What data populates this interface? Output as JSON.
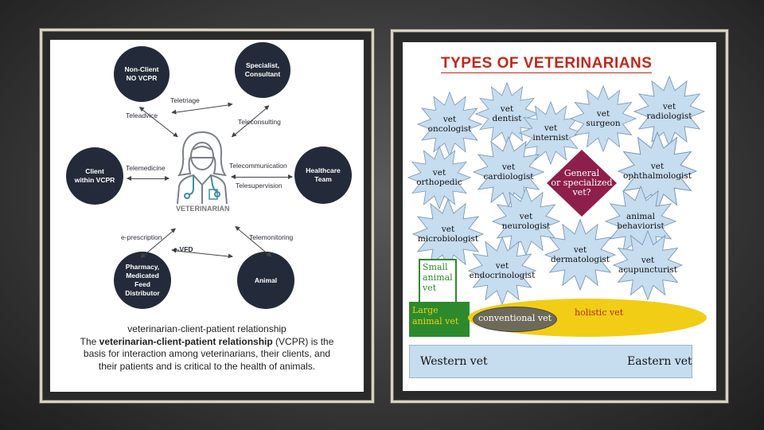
{
  "left": {
    "nodes": {
      "non_client": "Non-Client\nNO VCPR",
      "specialist": "Specialist,\nConsultant",
      "client_within": "Client\nwithin VCPR",
      "healthcare": "Healthcare\nTeam",
      "pharmacy": "Pharmacy,\nMedicated\nFeed\nDistributor",
      "animal": "Animal"
    },
    "labels": {
      "teletriage": "Teletriage",
      "teleadvice": "Teleadvice",
      "teleconsulting": "Teleconsulting",
      "telemedicine": "Telemedicine",
      "telecommunication": "Telecommunication",
      "telesupervision": "Telesupervision",
      "eprescription": "e-prescription",
      "evfd": "e-VFD",
      "telemonitoring": "Telemonitoring"
    },
    "center_label": "VETERINARIAN",
    "caption": {
      "line1": "veterinarian-client-patient relationship",
      "line2_pre": "The ",
      "line2_bold": "veterinarian-client-patient relationship",
      "line2_post": " (VCPR) is the",
      "line3": "basis for interaction among veterinarians, their clients, and",
      "line4": "their patients and is critical to the health of animals."
    }
  },
  "right": {
    "title": "TYPES OF VETERINARIANS",
    "stars": [
      "vet\noncologist",
      "vet\ndentist",
      "vet\ninternist",
      "vet\nsurgeon",
      "vet\nradiologist",
      "vet\northopedic",
      "vet\ncardiologist",
      "vet\nophthalmologist",
      "vet\nmicrobiologist",
      "vet\nneurologist",
      "animal\nbehaviorist",
      "vet\ndermatologist",
      "vet\nendocrinologist",
      "vet\nacupuncturist"
    ],
    "diamond": "General\nor specialized\nvet?",
    "small_animal": "Small\nanimal\nvet",
    "large_animal": "Large\nanimal vet",
    "conventional": "conventional vet",
    "holistic": "holistic vet",
    "western": "Western vet",
    "eastern": "Eastern vet"
  },
  "colors": {
    "star_fill": "#c6dcef",
    "star_stroke": "#7a98b8",
    "diamond": "#8e1f4a",
    "green": "#2c8a2c",
    "yellow": "#f2cd16",
    "title_red": "#c0281c",
    "node_dark": "#232b3a"
  }
}
